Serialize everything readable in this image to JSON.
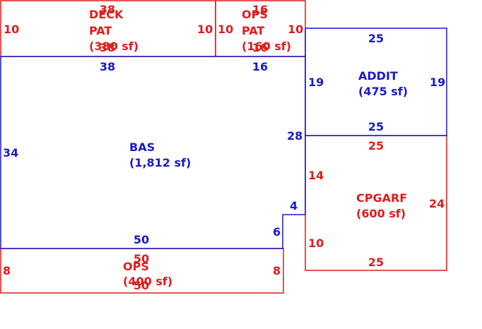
{
  "colors": {
    "blue": "#1a1acc",
    "red": "#e01c1c",
    "background": "#ffffff"
  },
  "areas": {
    "bas": {
      "name": "BAS",
      "size": "(1,812 sf)",
      "color": "blue"
    },
    "addit": {
      "name": "ADDIT",
      "size": "(475 sf)",
      "color": "blue"
    },
    "deck_pat": {
      "name": "DECK",
      "name2": "PAT",
      "size": "(380 sf)",
      "color": "red"
    },
    "ops_pat": {
      "name": "OPS",
      "name2": "PAT",
      "size": "(160 sf)",
      "color": "red"
    },
    "cpgarf": {
      "name": "CPGARF",
      "size": "(600 sf)",
      "color": "red"
    },
    "ops": {
      "name": "OPS",
      "size": "(400 sf)",
      "color": "red"
    }
  },
  "dimensions": {
    "deck_top": "38",
    "deck_bottom": "38",
    "deck_left": "10",
    "deck_right": "10",
    "opspat_top": "16",
    "opspat_bottom": "16",
    "opspat_left": "10",
    "opspat_right": "10",
    "bas_top_left": "38",
    "bas_top_right": "16",
    "bas_left": "34",
    "bas_bottom": "50",
    "bas_step_vertical": "6",
    "bas_step_horizontal": "4",
    "bas_right_upper": "28",
    "addit_top": "25",
    "addit_bottom": "25",
    "addit_left": "19",
    "addit_right": "19",
    "cpgarf_top": "25",
    "cpgarf_bottom": "25",
    "cpgarf_left_upper": "14",
    "cpgarf_left_lower": "10",
    "cpgarf_right": "24",
    "ops_top": "50",
    "ops_bottom": "50",
    "ops_left": "8",
    "ops_right": "8"
  }
}
